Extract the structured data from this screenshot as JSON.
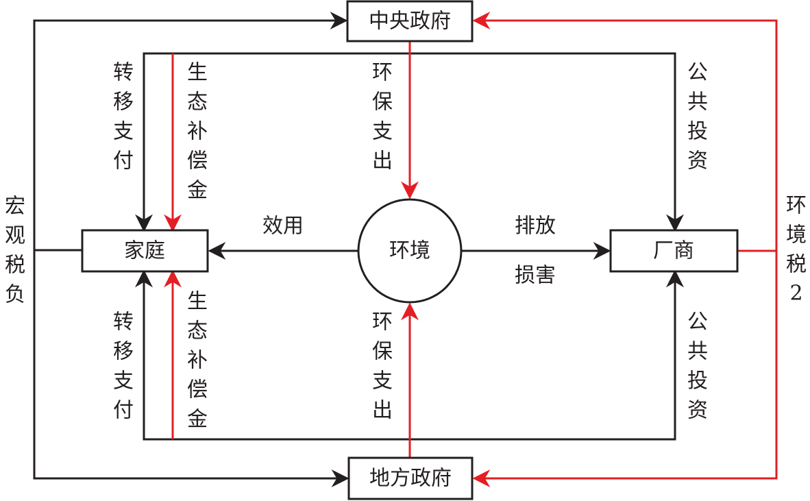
{
  "nodes": {
    "central_gov": "中央政府",
    "local_gov": "地方政府",
    "household": "家庭",
    "environment": "环境",
    "firm": "厂商"
  },
  "labels": {
    "transfer_top": [
      "转",
      "移",
      "支",
      "付"
    ],
    "eco_comp_top": [
      "生",
      "态",
      "补",
      "偿",
      "金"
    ],
    "env_spend_top": [
      "环",
      "保",
      "支",
      "出"
    ],
    "public_inv_top": [
      "公",
      "共",
      "投",
      "资"
    ],
    "transfer_bottom": [
      "转",
      "移",
      "支",
      "付"
    ],
    "eco_comp_bottom": [
      "生",
      "态",
      "补",
      "偿",
      "金"
    ],
    "env_spend_bottom": [
      "环",
      "保",
      "支",
      "出"
    ],
    "public_inv_bottom": [
      "公",
      "共",
      "投",
      "资"
    ],
    "macro_tax": [
      "宏",
      "观",
      "税",
      "负"
    ],
    "env_tax_2": [
      "环",
      "境",
      "税",
      "2"
    ],
    "utility": "效用",
    "emission": "排放",
    "damage": "损害"
  },
  "colors": {
    "black": "#231f20",
    "red": "#e31e24"
  }
}
